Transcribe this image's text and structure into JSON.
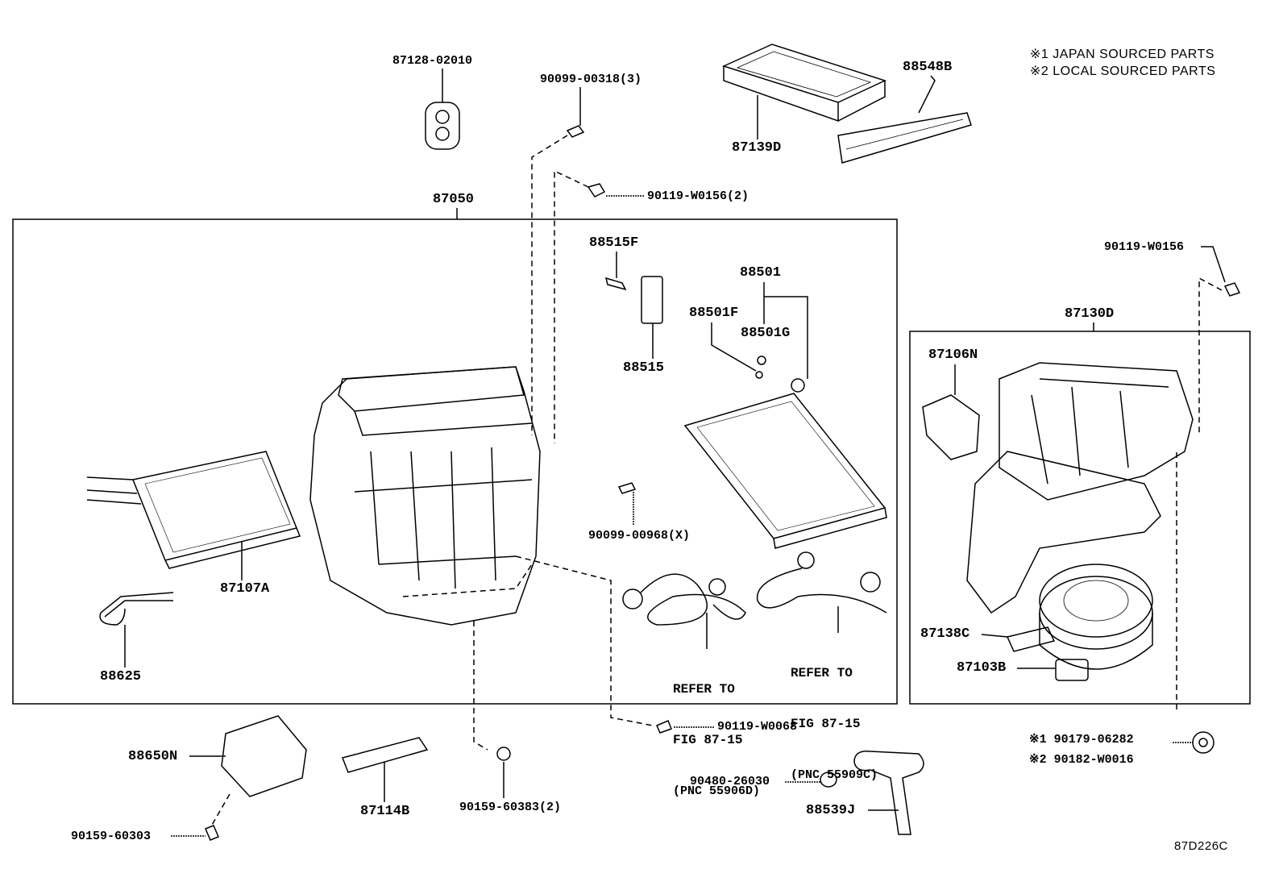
{
  "notes": {
    "japan": "※1  JAPAN SOURCED PARTS",
    "local": "※2  LOCAL SOURCED PARTS"
  },
  "parts": {
    "p87128": "87128-02010",
    "p90099_00318": "90099-00318(3)",
    "p87139D": "87139D",
    "p88548B": "88548B",
    "p90119_W0156_2": "90119-W0156(2)",
    "p87050": "87050",
    "p88515F": "88515F",
    "p88501": "88501",
    "p88501F": "88501F",
    "p88501G": "88501G",
    "p88515": "88515",
    "p90119_W0156": "90119-W0156",
    "p87130D": "87130D",
    "p87106N": "87106N",
    "p87107A": "87107A",
    "p90099_00968": "90099-00968(X)",
    "p88625": "88625",
    "p87138C": "87138C",
    "p87103B": "87103B",
    "p90119_W0068": "90119-W0068",
    "p88650N": "88650N",
    "p90159_60383": "90159-60383(2)",
    "p87114B": "87114B",
    "p90179": "※1 90179-06282",
    "p90182": "※2 90182-W0016",
    "p90480": "90480-26030",
    "p88539J": "88539J",
    "p90159_60303": "90159-60303"
  },
  "refs": {
    "a": {
      "l1": "REFER TO",
      "l2": "FIG 87-15",
      "l3": "(PNC 55906D)"
    },
    "b": {
      "l1": "REFER TO",
      "l2": "FIG 87-15",
      "l3": "(PNC 55909C)"
    }
  },
  "figure_id": "87D226C"
}
